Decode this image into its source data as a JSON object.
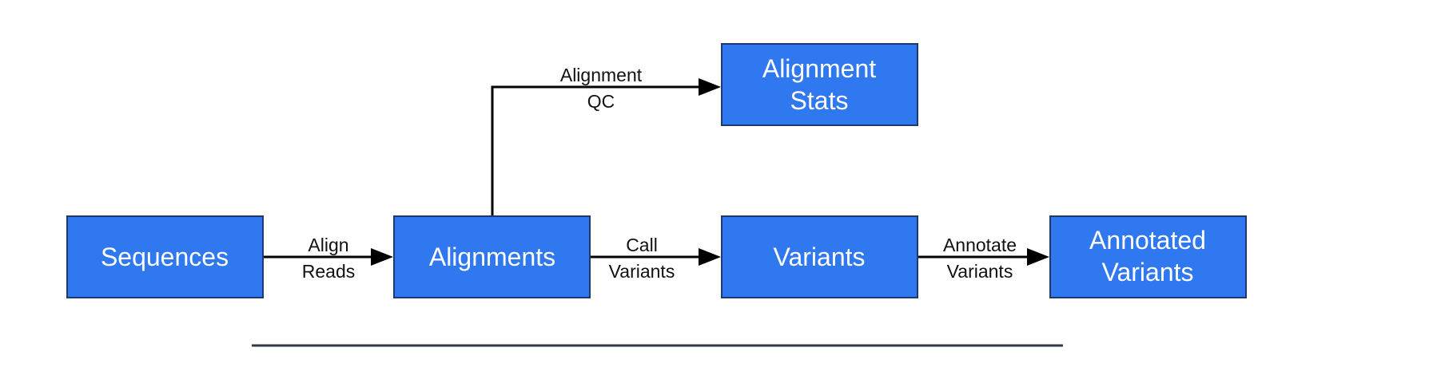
{
  "nodes": {
    "sequences": {
      "lines": [
        "Sequences"
      ]
    },
    "alignments": {
      "lines": [
        "Alignments"
      ]
    },
    "alignment_stats": {
      "lines": [
        "Alignment",
        "Stats"
      ]
    },
    "variants": {
      "lines": [
        "Variants"
      ]
    },
    "annotated_variants": {
      "lines": [
        "Annotated",
        "Variants"
      ]
    }
  },
  "edges": {
    "align_reads": {
      "lines": [
        "Align",
        "Reads"
      ]
    },
    "alignment_qc": {
      "lines": [
        "Alignment",
        "QC"
      ]
    },
    "call_variants": {
      "lines": [
        "Call",
        "Variants"
      ]
    },
    "annotate_variants": {
      "lines": [
        "Annotate",
        "Variants"
      ]
    }
  },
  "colors": {
    "node_fill": "#2f78f0",
    "node_border": "#1d3a6e",
    "node_text": "#ffffff",
    "edge": "#000000",
    "divider": "#2f3a45"
  }
}
